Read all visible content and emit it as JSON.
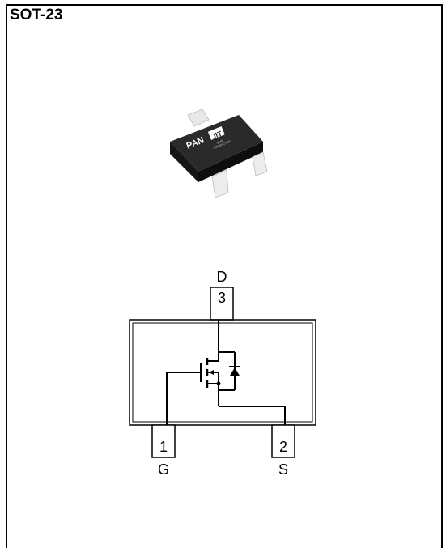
{
  "package": {
    "title": "SOT-23"
  },
  "photo": {
    "brand_text": "PANJIT",
    "brand_highlight": "JIT",
    "brand_prefix": "PAN",
    "sub_text": "SEMI",
    "sub_text2": "CONDUCTOR"
  },
  "pins": {
    "drain": {
      "number": "3",
      "label": "D"
    },
    "gate": {
      "number": "1",
      "label": "G"
    },
    "source": {
      "number": "2",
      "label": "S"
    }
  },
  "colors": {
    "chip_body": "#1c1c1c",
    "lead": "#e6e6e6",
    "line": "#000000"
  }
}
